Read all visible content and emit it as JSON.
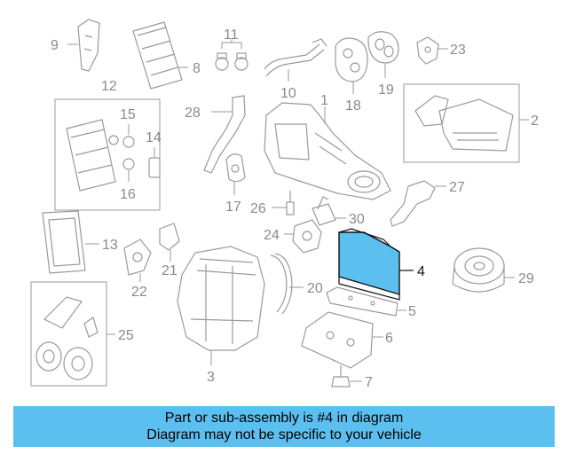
{
  "diagram": {
    "callouts": [
      "1",
      "2",
      "3",
      "4",
      "5",
      "6",
      "7",
      "8",
      "9",
      "10",
      "11",
      "12",
      "13",
      "14",
      "15",
      "16",
      "17",
      "18",
      "19",
      "20",
      "21",
      "22",
      "23",
      "24",
      "25",
      "26",
      "27",
      "28",
      "29",
      "30"
    ],
    "highlighted_part": "4",
    "colors": {
      "highlight_fill": "#5bc0f0",
      "line": "#9a9a9a",
      "banner": "#5bc0f0"
    }
  },
  "banner": {
    "line1": "Part or sub-assembly is #4 in diagram",
    "line2": "Diagram may not be specific to your vehicle"
  }
}
